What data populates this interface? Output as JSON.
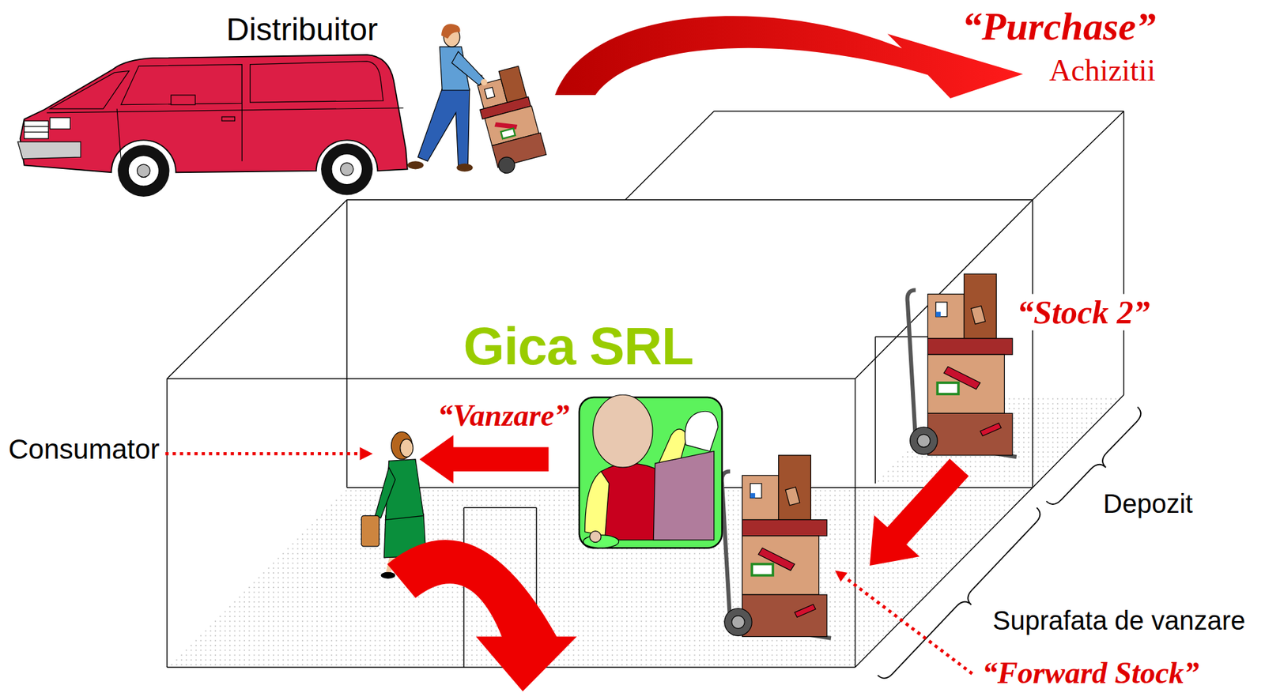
{
  "diagram": {
    "labels": [
      "Distribuitor",
      "“Purchase”",
      "Achizitii",
      "“Stock 2”",
      "Gica SRL",
      "“Vanzare”",
      "Consumator",
      "Depozit",
      "Suprafata de vanzare",
      "“Forward Stock”"
    ]
  }
}
